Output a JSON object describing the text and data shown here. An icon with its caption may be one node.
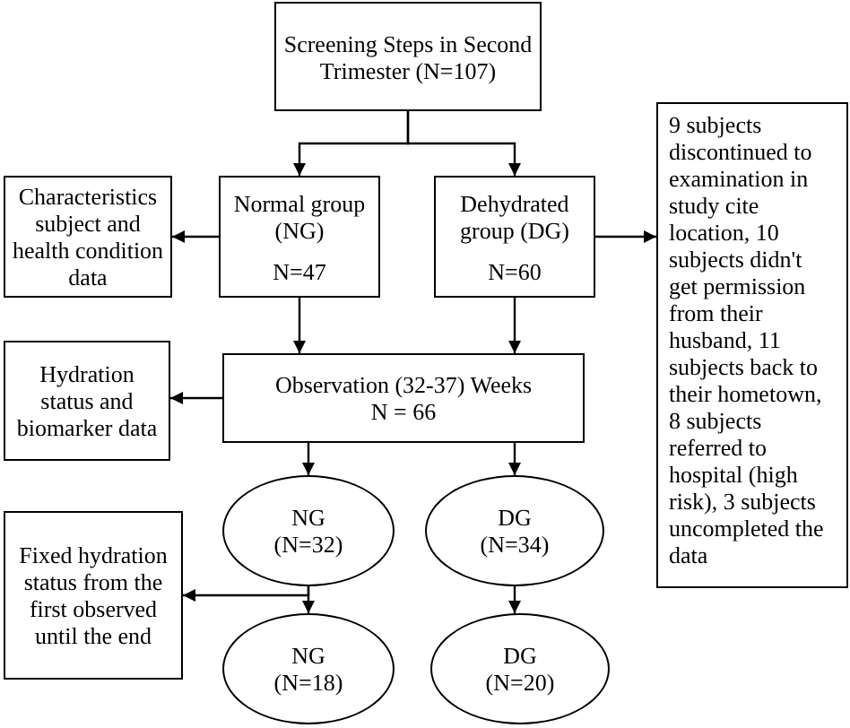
{
  "diagram": {
    "nodes": [
      {
        "text": [
          "Screening Steps in Second Trimester (N=107)"
        ]
      },
      {
        "text": [
          "Characteristics subject and health condition data"
        ]
      },
      {
        "text": [
          "Normal group (NG)",
          "N=47"
        ]
      },
      {
        "text": [
          "Dehydrated group (DG)",
          "N=60"
        ]
      },
      {
        "text": [
          "9 subjects discontinued to examination in study cite location, 10 subjects didn't get permission from their husband, 11 subjects back to their hometown, 8 subjects referred to hospital (high risk), 3 subjects uncompleted the data"
        ]
      },
      {
        "text": [
          "Hydration status and biomarker data"
        ]
      },
      {
        "text": [
          "Observation (32-37) Weeks",
          "N = 66"
        ]
      },
      {
        "text": [
          "NG",
          "(N=32)"
        ]
      },
      {
        "text": [
          "DG",
          "(N=34)"
        ]
      },
      {
        "text": [
          "Fixed hydration status from the first observed until the end"
        ]
      },
      {
        "text": [
          "NG",
          "(N=18)"
        ]
      },
      {
        "text": [
          "DG",
          "(N=20)"
        ]
      }
    ],
    "edges": [
      {
        "from": 0,
        "to": 2,
        "arrow": "to"
      },
      {
        "from": 0,
        "to": 3,
        "arrow": "to"
      },
      {
        "from": 2,
        "to": 1,
        "arrow": "to"
      },
      {
        "from": 3,
        "to": 4,
        "arrow": "to"
      },
      {
        "from": 2,
        "to": 6,
        "arrow": "to"
      },
      {
        "from": 3,
        "to": 6,
        "arrow": "to"
      },
      {
        "from": 6,
        "to": 5,
        "arrow": "to"
      },
      {
        "from": 6,
        "to": 7,
        "arrow": "to"
      },
      {
        "from": 6,
        "to": 8,
        "arrow": "to"
      },
      {
        "from": 7,
        "to": 10,
        "arrow": "to"
      },
      {
        "from": 8,
        "to": 11,
        "arrow": "to"
      },
      {
        "from": 7,
        "to": 9,
        "arrow": "to"
      }
    ]
  }
}
